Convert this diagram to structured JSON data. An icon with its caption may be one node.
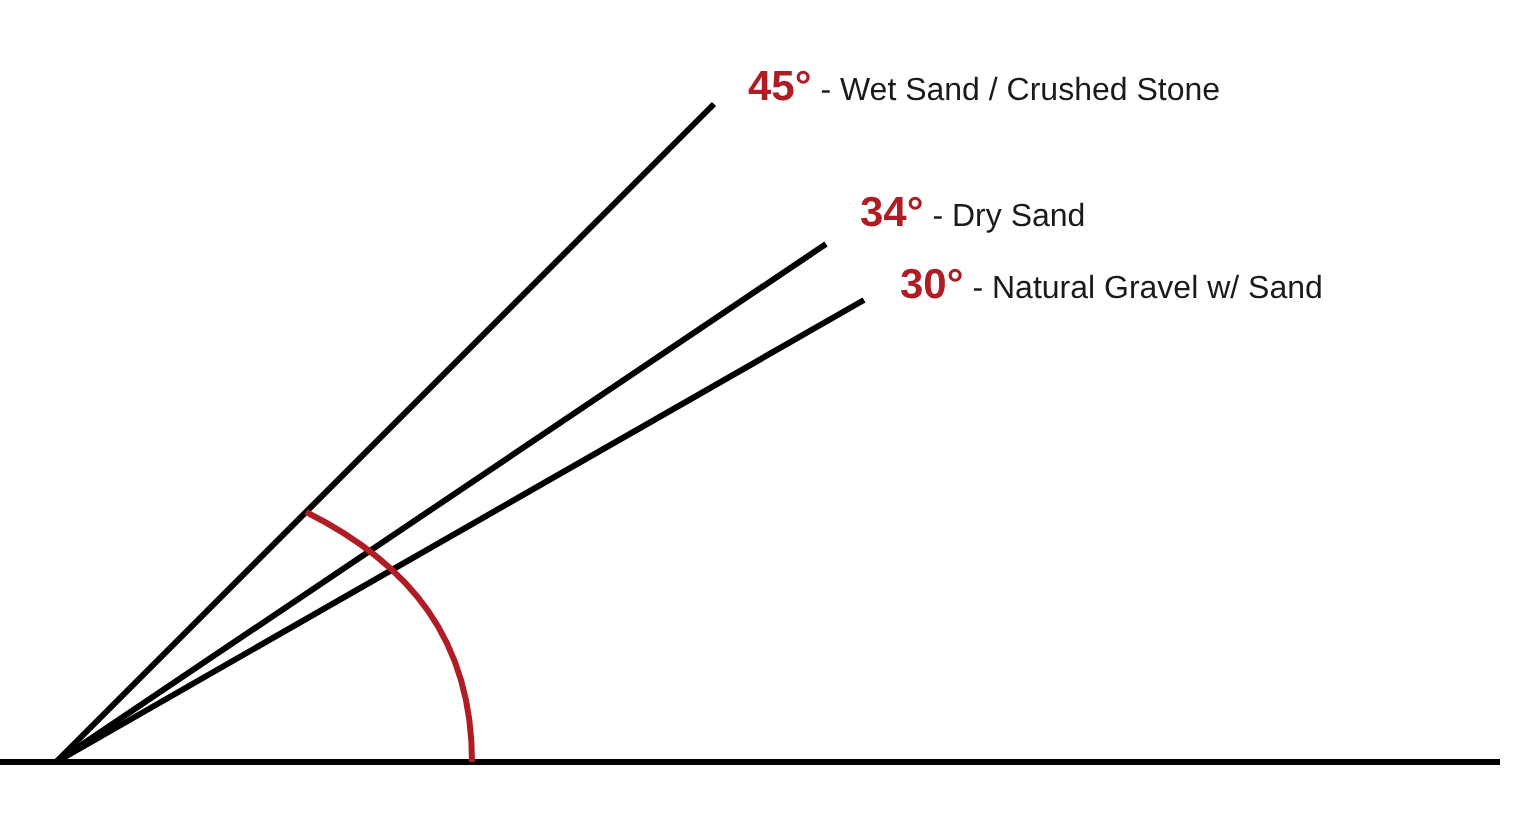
{
  "diagram": {
    "labels": [
      "**45°** - Wet Sand / Crushed Stone",
      "**34°** - Dry Sand",
      "**30°** - Natural Gravel w/ Sand"
    ]
  }
}
